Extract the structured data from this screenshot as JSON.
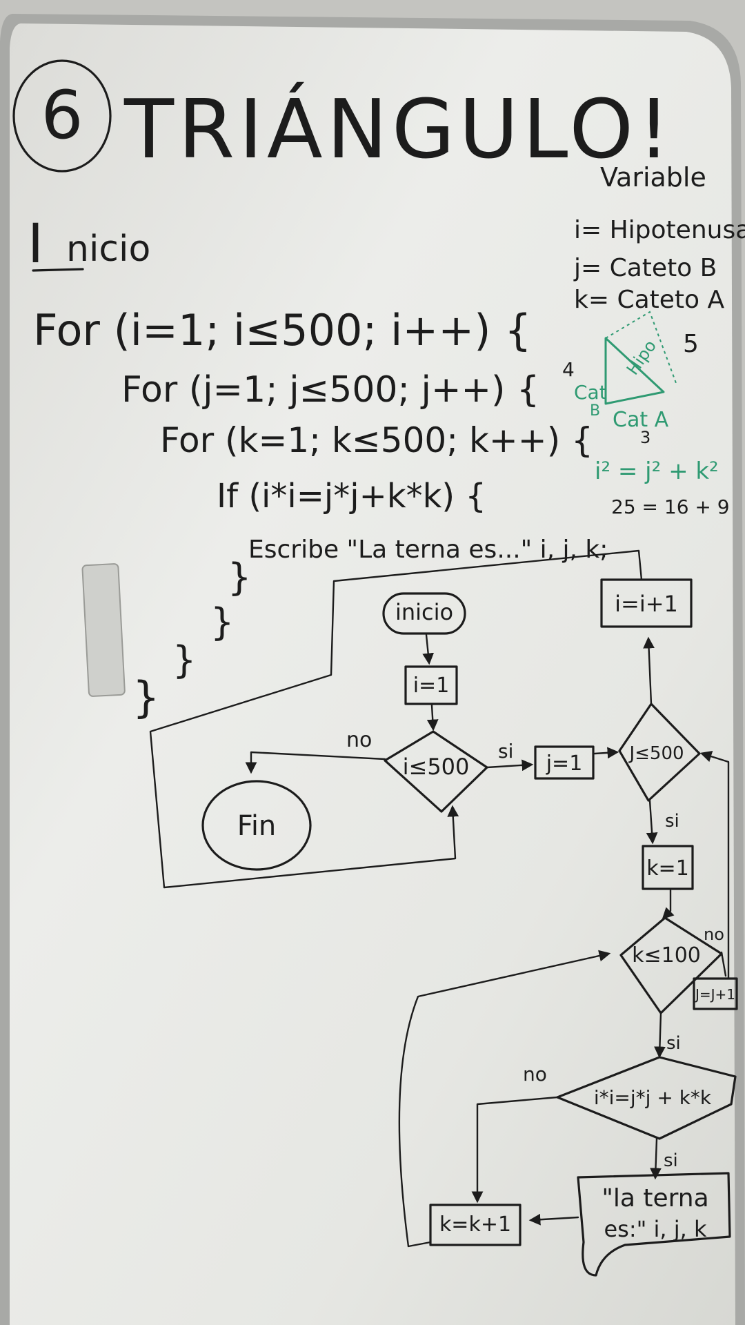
{
  "board": {
    "number": "6",
    "title": "TRIÁNGULO!",
    "colors": {
      "ink": "#1c1c1c",
      "marker_green": "#2f9a72",
      "board": "#e9e9e5",
      "frame": "#a8a9a6"
    }
  },
  "variables": {
    "heading": "Variable",
    "lines": [
      "i= Hipotenusa",
      "j= Cateto B",
      "k= Cateto A"
    ]
  },
  "triangle": {
    "side_hyp": "5",
    "side_b": "4",
    "side_a": "3",
    "label_hyp": "Hipo",
    "label_cat_b_1": "Cat",
    "label_cat_b_2": "B",
    "label_cat_a": "Cat A",
    "formula": "i² = j² + k²",
    "example": "25 = 16 + 9"
  },
  "pseudocode": {
    "start_letter": "I",
    "start_rest": "nicio",
    "lines": [
      "For (i=1; i≤500; i++) {",
      "For (j=1; j≤500; j++) {",
      "For (k=1; k≤500; k++) {",
      "If (i*i=j*j+k*k) {",
      "Escribe \"La terna es...\" i, j, k;"
    ],
    "closing_brace": "}"
  },
  "flowchart": {
    "start": "inicio",
    "init_i": "i=1",
    "cond_i": "i≤500",
    "end": "Fin",
    "init_j": "j=1",
    "cond_j": "J≤500",
    "inc_i": "i=i+1",
    "init_k": "k=1",
    "cond_k": "k≤100",
    "inc_j": "J=J+1",
    "cond_eq": "i*i=j*j + k*k",
    "output_1": "\"la terna",
    "output_2": "es:\" i, j, k",
    "inc_k": "k=k+1",
    "label_no": "no",
    "label_si": "si"
  }
}
